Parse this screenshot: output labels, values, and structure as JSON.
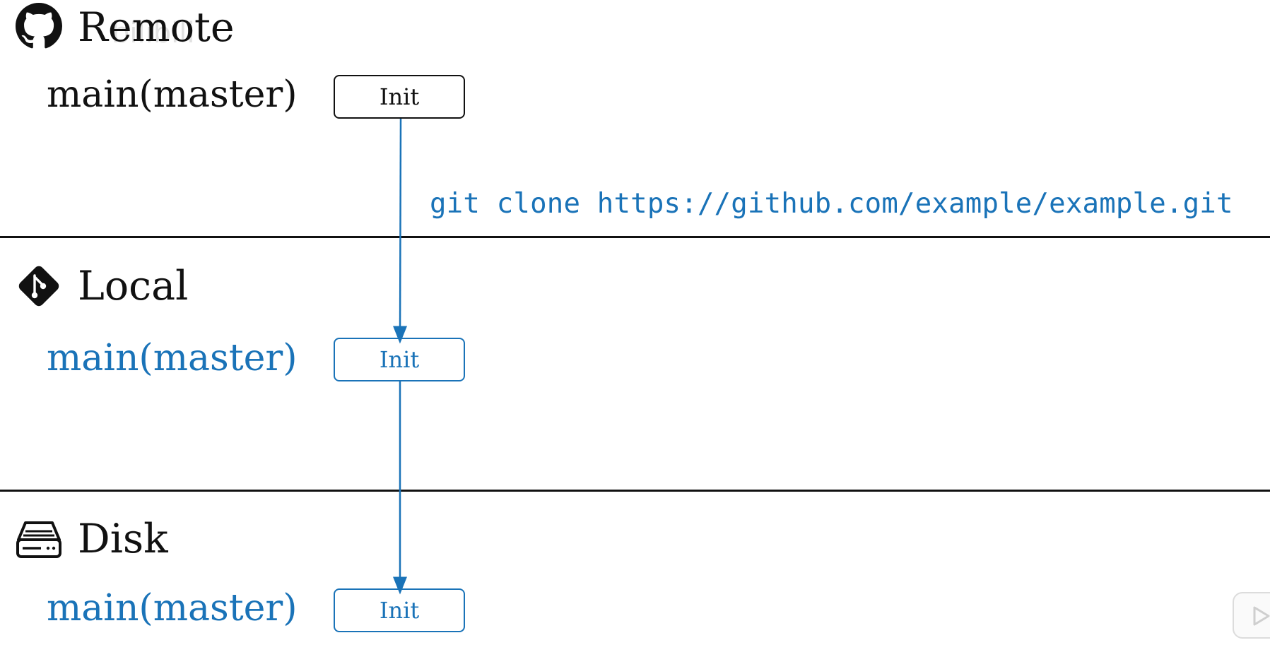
{
  "sections": {
    "remote": {
      "title": "Remote",
      "icon": "github-icon",
      "branch": "main(master)",
      "commit": "Init"
    },
    "local": {
      "title": "Local",
      "icon": "git-icon",
      "branch": "main(master)",
      "commit": "Init"
    },
    "disk": {
      "title": "Disk",
      "icon": "hard-drive-icon",
      "branch": "main(master)",
      "commit": "Init"
    }
  },
  "command": "git clone https://github.com/example/example.git",
  "watermark": "bilibili",
  "colors": {
    "accent": "#1a73b8",
    "text": "#111111",
    "background": "#ffffff"
  }
}
